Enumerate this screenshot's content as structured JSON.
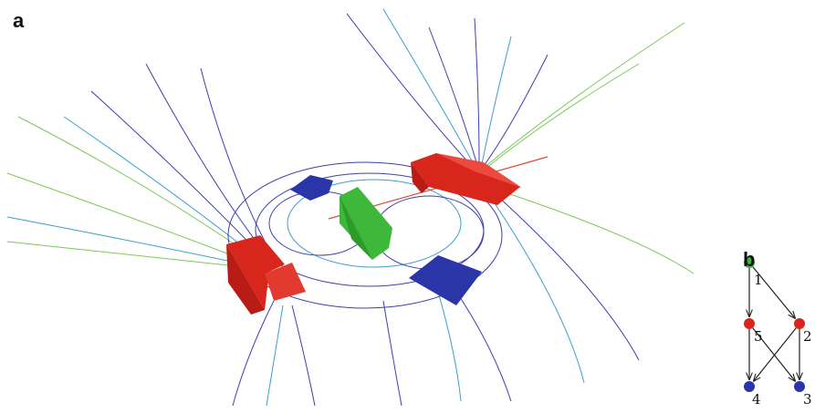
{
  "panels": {
    "a": {
      "label": "a"
    },
    "b": {
      "label": "b"
    }
  },
  "colors": {
    "source": "#d9261c",
    "sink": "#2a36a8",
    "saddle": "#3db83a",
    "streamline": "#3d3fb0",
    "streamline_alt": "#3a9fd0",
    "streamline_green": "#7cc95a",
    "edge": "#222222"
  },
  "graph": {
    "nodes": [
      {
        "id": "1",
        "label": "1",
        "role": "saddle"
      },
      {
        "id": "5",
        "label": "5",
        "role": "source"
      },
      {
        "id": "2",
        "label": "2",
        "role": "source"
      },
      {
        "id": "4",
        "label": "4",
        "role": "sink"
      },
      {
        "id": "3",
        "label": "3",
        "role": "sink"
      }
    ],
    "edges": [
      {
        "from": "1",
        "to": "5"
      },
      {
        "from": "1",
        "to": "2"
      },
      {
        "from": "5",
        "to": "4"
      },
      {
        "from": "5",
        "to": "3"
      },
      {
        "from": "2",
        "to": "4"
      },
      {
        "from": "2",
        "to": "3"
      }
    ]
  }
}
